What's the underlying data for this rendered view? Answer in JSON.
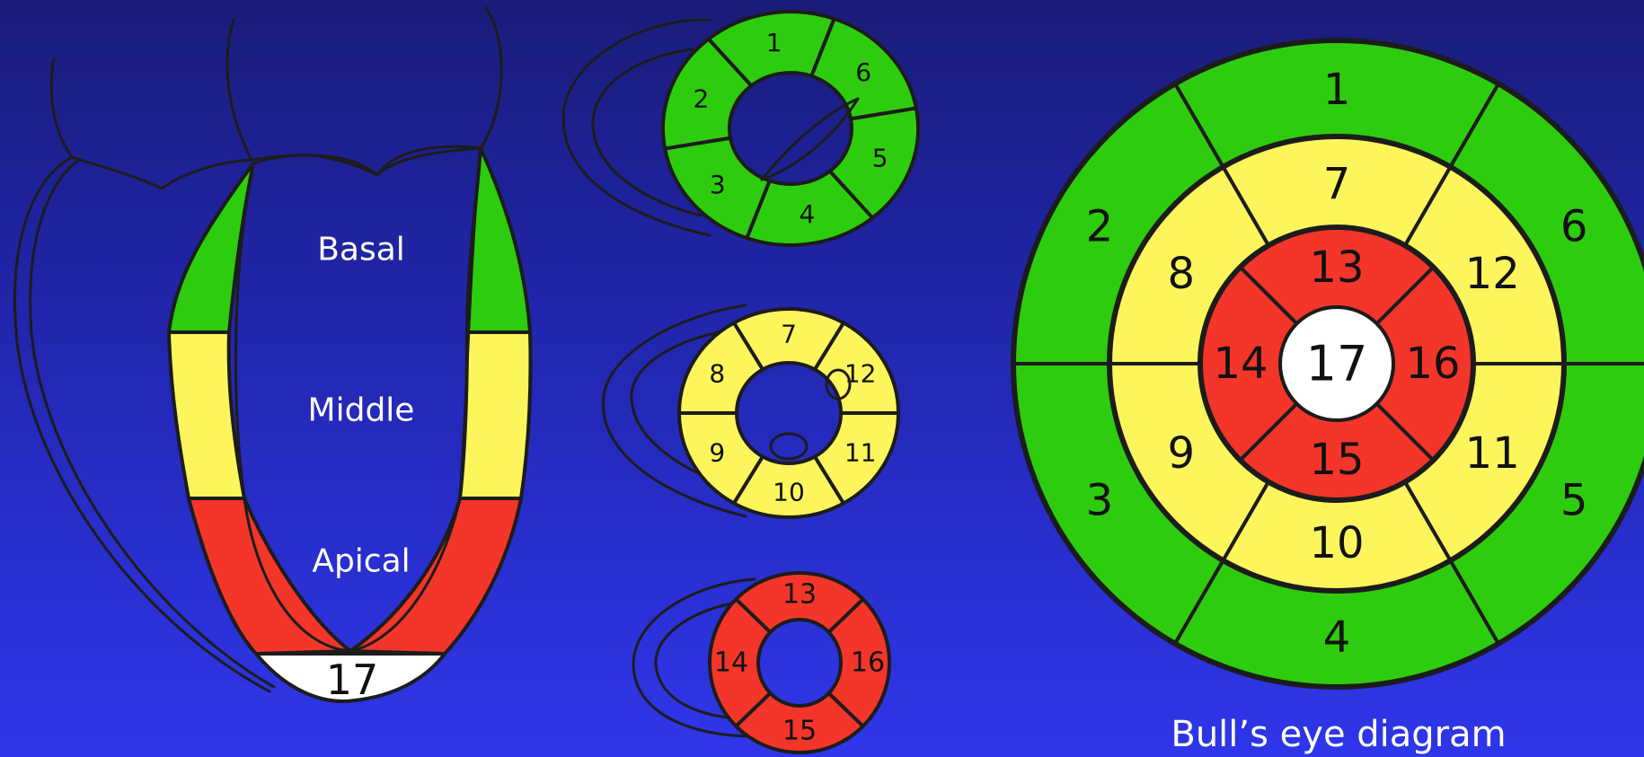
{
  "colors": {
    "basal": "#2ecc0e",
    "mid": "#fdf55c",
    "apical": "#f4352a",
    "apex": "#ffffff",
    "outline": "#1c1c1c"
  },
  "long_axis": {
    "basal_label": "Basal",
    "middle_label": "Middle",
    "apical_label": "Apical",
    "apex_label": "17"
  },
  "short_axis": {
    "basal": [
      "1",
      "2",
      "3",
      "4",
      "5",
      "6"
    ],
    "mid": [
      "7",
      "8",
      "9",
      "10",
      "11",
      "12"
    ],
    "apical": [
      "13",
      "14",
      "15",
      "16"
    ]
  },
  "bullseye": {
    "outer": [
      "1",
      "2",
      "3",
      "4",
      "5",
      "6"
    ],
    "middle": [
      "7",
      "8",
      "9",
      "10",
      "11",
      "12"
    ],
    "inner": [
      "13",
      "14",
      "15",
      "16"
    ],
    "center": "17",
    "caption": "Bull’s eye diagram"
  }
}
